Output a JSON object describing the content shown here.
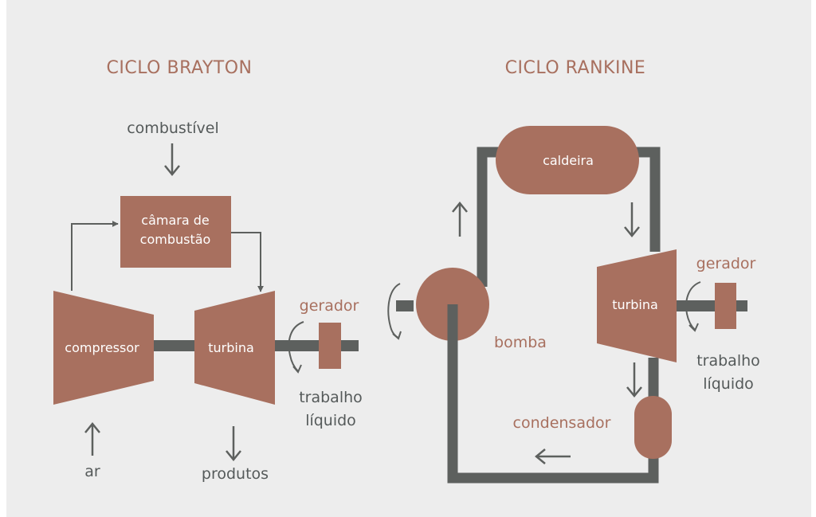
{
  "colors": {
    "background": "#ededed",
    "component": "#a8705f",
    "pipe": "#5d605e",
    "text": "#555a5a",
    "accent_text": "#a8705f"
  },
  "brayton": {
    "title": "CICLO BRAYTON",
    "fuel_label": "combustível",
    "chamber_label_line1": "câmara de",
    "chamber_label_line2": "combustão",
    "compressor_label": "compressor",
    "turbine_label": "turbina",
    "generator_label": "gerador",
    "work_label_line1": "trabalho",
    "work_label_line2": "líquido",
    "air_label": "ar",
    "products_label": "produtos"
  },
  "rankine": {
    "title": "CICLO RANKINE",
    "boiler_label": "caldeira",
    "turbine_label": "turbina",
    "generator_label": "gerador",
    "work_label_line1": "trabalho",
    "work_label_line2": "líquido",
    "pump_label": "bomba",
    "condenser_label": "condensador"
  }
}
